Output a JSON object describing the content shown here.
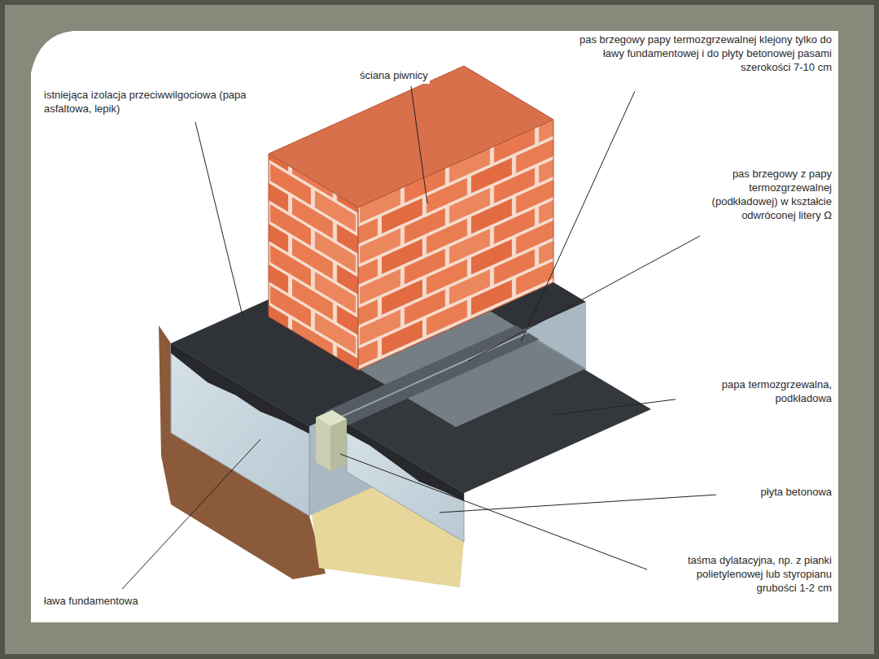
{
  "diagram": {
    "labels": [
      "pas brzegowy papy termozgrzewalnej klejony tylko do ławy fundamentowej i do płyty betonowej pasami szerokości 7-10 cm",
      "ściana piwnicy",
      "istniejąca izolacja przeciwwilgociowa (papa asfaltowa, lepik)",
      "pas brzegowy z papy termozgrzewalnej (podkładowej) w kształcie odwróconej litery Ω",
      "papa termozgrzewalna, podkładowa",
      "płyta betonowa",
      "taśma dylatacyjna, np. z pianki polietylenowej lub styropianu grubości 1-2 cm",
      "ława fundamentowa"
    ]
  }
}
